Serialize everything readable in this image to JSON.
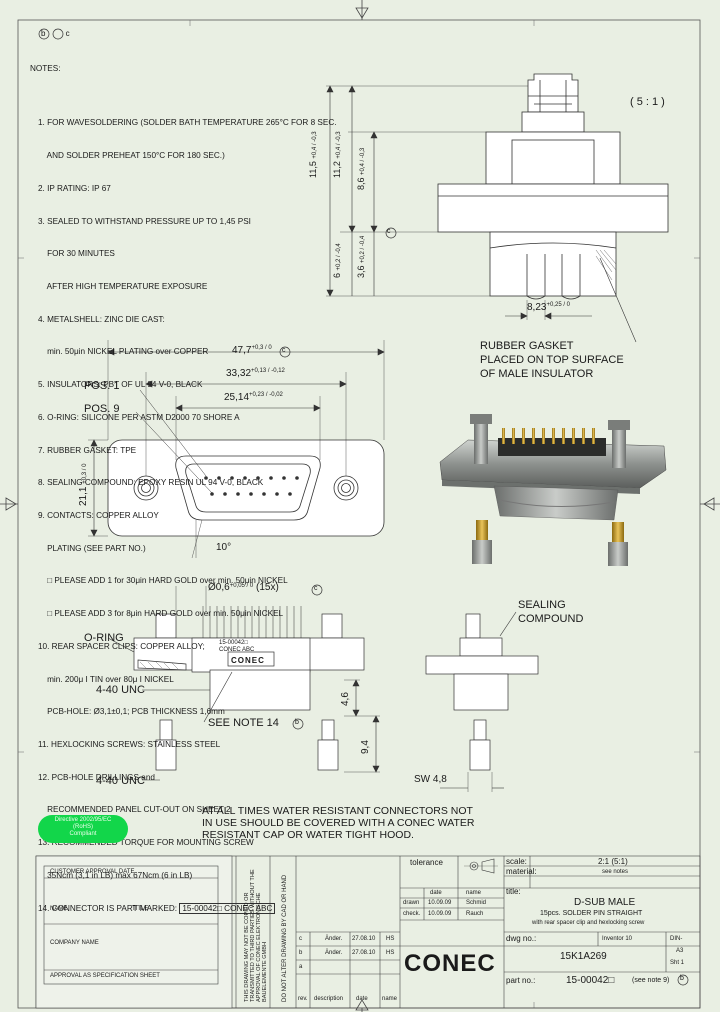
{
  "header_symbols": "b c",
  "notes": {
    "title": "NOTES:",
    "lines": [
      "1. FOR WAVESOLDERING (SOLDER BATH TEMPERATURE 265°C FOR 8 SEC.",
      "    AND SOLDER PREHEAT 150°C FOR 180 SEC.)",
      "2. IP RATING: IP 67",
      "3. SEALED TO WITHSTAND PRESSURE UP TO 1,45 PSI",
      "    FOR 30 MINUTES",
      "    AFTER HIGH TEMPERATURE EXPOSURE",
      "4. METALSHELL: ZINC DIE CAST:",
      "    min. 50μin NICKEL PLATING over COPPER",
      "5. INSULATORS: PBT OF UL 94 V-0, BLACK",
      "6. O-RING: SILICONE PER ASTM D2000 70 SHORE A",
      "7. RUBBER GASKET: TPE",
      "8. SEALING COMPOUND: EPOXY RESIN UL 94 V-0, BLACK",
      "9. CONTACTS: COPPER ALLOY",
      "    PLATING (SEE PART NO.)",
      "    □ PLEASE ADD 1 for 30μin HARD GOLD over min. 50μin NICKEL",
      "    □ PLEASE ADD 3 for 8μin HARD GOLD over min. 50μin NICKEL",
      "10. REAR SPACER CLIPS: COPPER ALLOY;",
      "    min. 200μ I TIN over 80μ I NICKEL",
      "    PCB-HOLE: Ø3,1±0,1; PCB THICKNESS 1,6mm",
      "11. HEXLOCKING SCREWS: STAINLESS STEEL",
      "12. PCB-HOLE DRILLINGS and",
      "    RECOMMENDED PANEL CUT-OUT ON SHEET 2",
      "13. RECOMMENDED TORQUE FOR MOUNTING SCREW",
      "    35Ncm (3,1 in LB) max 67Ncm (6 in LB)",
      "14. CONNECTOR IS PART MARKED:"
    ],
    "marking": "15-00042□ CONEC ABC"
  },
  "scale_label": "( 5 : 1 )",
  "dims": {
    "h_overall": "11,5",
    "h_overall_tol": "+0,4 / -0,3",
    "h2": "11,2",
    "h2_tol": "+0,4 / -0,3",
    "h3": "8,6",
    "h3_tol": "+0,4 / -0,3",
    "h4": "6",
    "h4_tol": "+0,2 / -0,4",
    "h5": "3,6",
    "h5_tol": "+0,2 / -0,4",
    "w_pin": "8,23",
    "w_pin_tol": "+0,25 / 0",
    "w_overall": "47,7",
    "w_overall_tol": "+0,3 / 0",
    "w_screws": "33,32",
    "w_screws_tol": "+0,13 / -0,12",
    "w_shell": "25,14",
    "w_shell_tol": "+0,23 / -0,02",
    "h_flange": "21,1",
    "h_flange_tol": "+0,3 / 0",
    "angle": "10°",
    "pin_dia": "Ø0,6",
    "pin_dia_tol": "+0,05 / 0",
    "pin_count": "(15x)",
    "d46": "4,6",
    "d94": "9,4",
    "sw": "SW 4,8"
  },
  "labels": {
    "gasket": [
      "RUBBER GASKET",
      "PLACED ON TOP SURFACE",
      "OF MALE INSULATOR"
    ],
    "pos1": "POS. 1",
    "pos9": "POS. 9",
    "oring": "O-RING",
    "unc1": "4-40 UNC",
    "unc2": "4-40 UNC",
    "see_note": "SEE NOTE 14",
    "sealing": [
      "SEALING",
      "COMPOUND"
    ],
    "marking_small": [
      "15-00042□",
      "CONEC ABC"
    ],
    "conec_small": "CONEC"
  },
  "warning": [
    "AT ALL TIMES WATER RESISTANT CONNECTORS NOT",
    "IN USE SHOULD BE COVERED WITH A CONEC WATER",
    "RESISTANT CAP OR WATER TIGHT HOOD."
  ],
  "badge": [
    "Directive 2002/95/EC",
    "(RoHS)",
    "Compliant"
  ],
  "title_block": {
    "tolerance": "tolerance",
    "scale_label": "scale:",
    "scale_value": "2:1 (5:1)",
    "material_label": "material:",
    "material_value": "see notes",
    "date_hdr": "date",
    "name_hdr": "name",
    "drawn_label": "drawn",
    "drawn_date": "10.09.09",
    "drawn_name": "Schmid",
    "check_label": "check.",
    "check_date": "10.09.09",
    "check_name": "Rauch",
    "title_label": "title:",
    "title_main": "D-SUB MALE",
    "title_sub1": "15pcs. SOLDER PIN STRAIGHT",
    "title_sub2": "with rear spacer clip and hexlocking screw",
    "dwg_label": "dwg no.:",
    "inventor": "Inventor 10",
    "din": "DIN-",
    "a3": "A3",
    "rev_rows": [
      [
        "c",
        "Änder.",
        "27.08.10",
        "HS"
      ],
      [
        "b",
        "Änder.",
        "27.08.10",
        "HS"
      ],
      [
        "a",
        "",
        "",
        ""
      ]
    ],
    "rev_headers": [
      "rev.",
      "description",
      "date",
      "name"
    ],
    "brand": "CONEC",
    "file": "15K1A269",
    "sheet": "Sht 1",
    "part_label": "part no.:",
    "part_no": "15-00042□",
    "part_note": "(see note 9)",
    "approval_title": "CUSTOMER APPROVAL DATE",
    "name_field": "NAME",
    "title_field": "TITLE",
    "company_field": "COMPANY NAME",
    "approval_footer": "APPROVAL AS SPECIFICATION SHEET",
    "legal_text": "THIS DRAWING MAY NOT BE COPIED OR TRANSMITTED TO THIRD PARTIES WITHOUT THE APPROVAL OF CONEC ELEKTRONISCHE BAUELEMENTE GMBH",
    "legal_text2": "DO NOT ALTER DRAWING BY CAD OR HAND"
  }
}
